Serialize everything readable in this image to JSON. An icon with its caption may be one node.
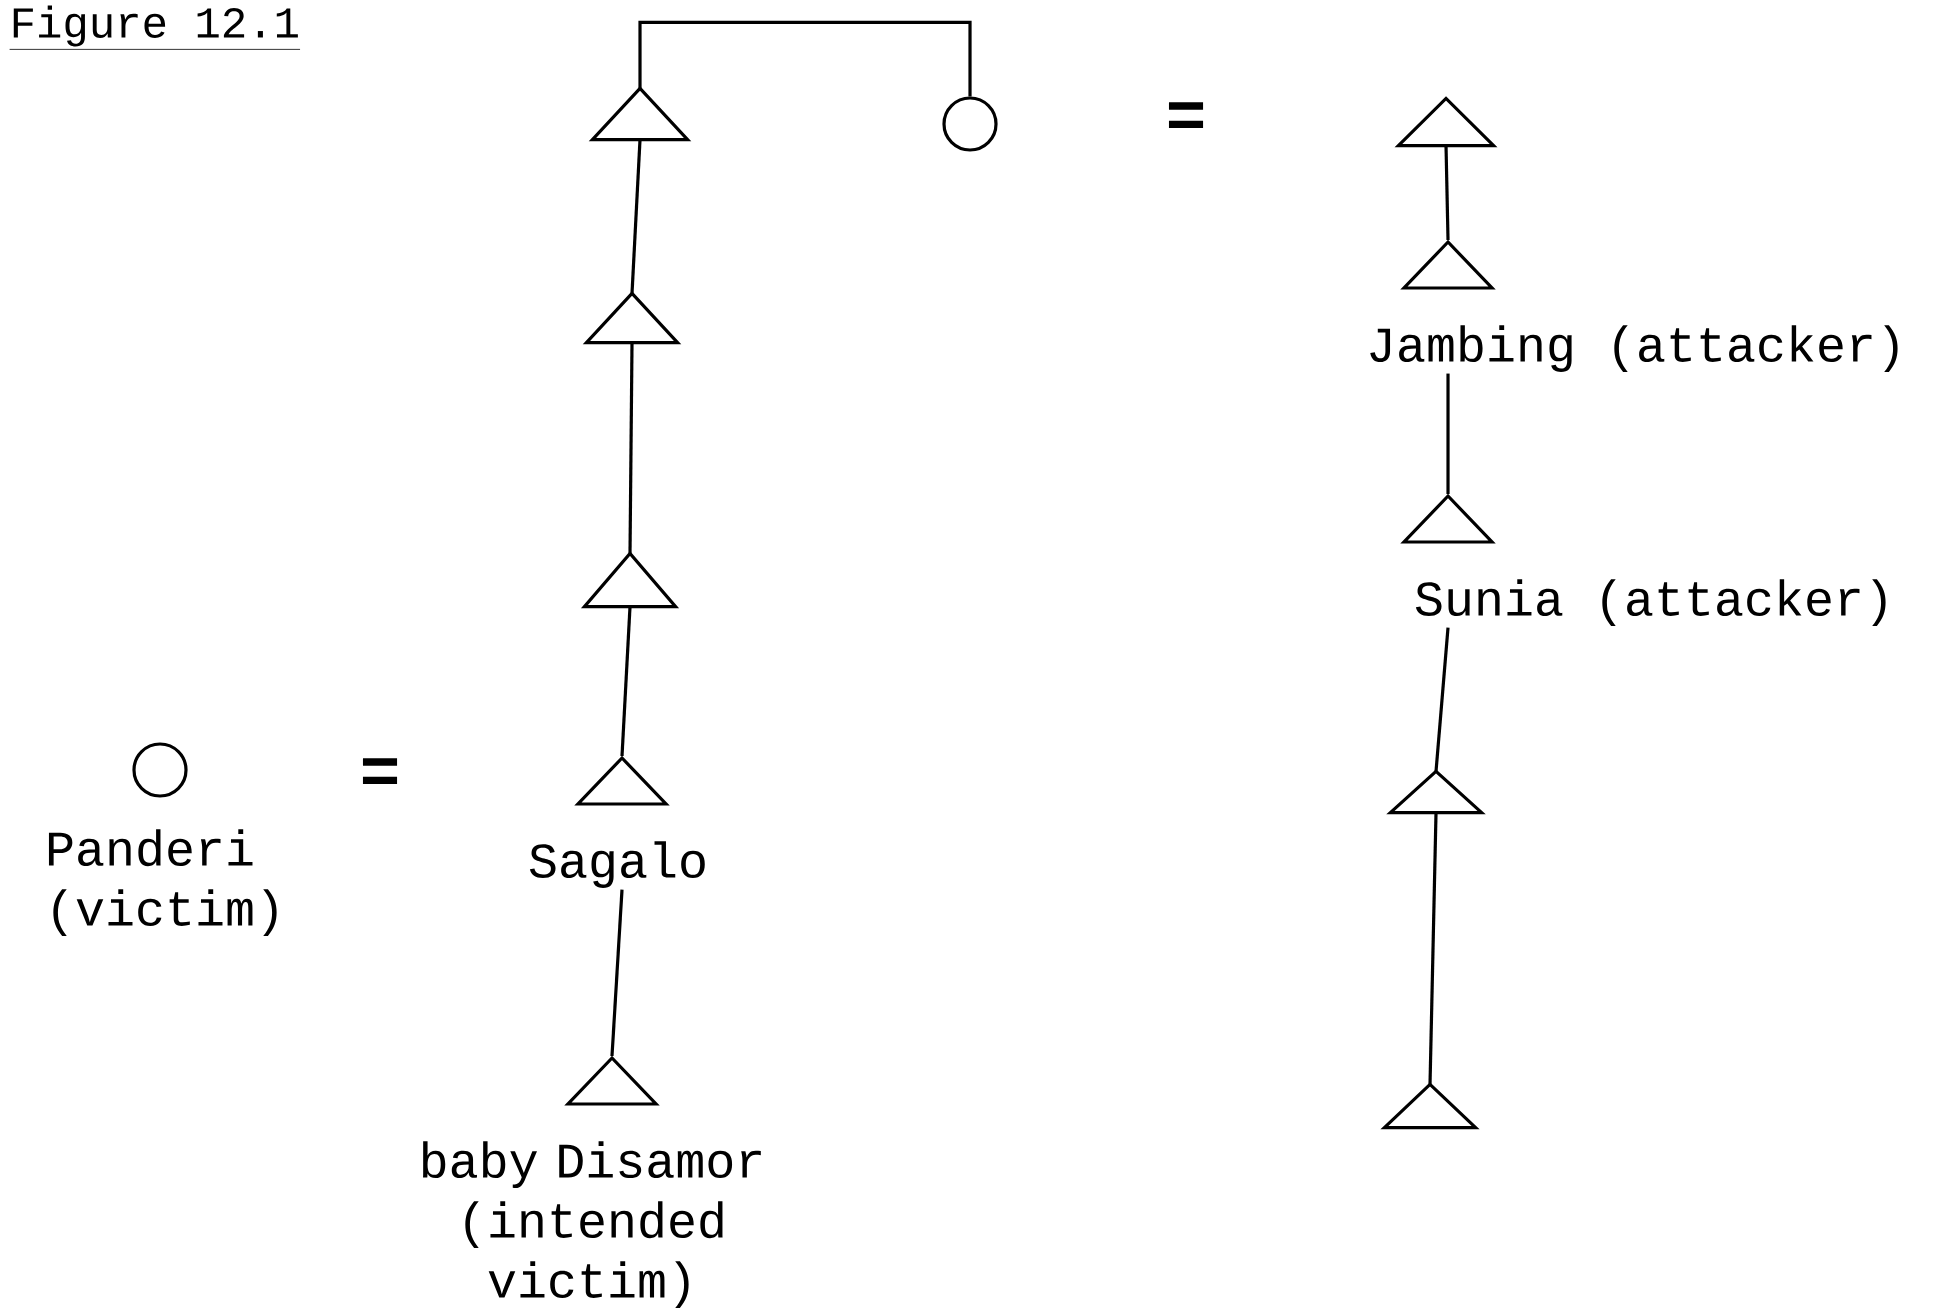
{
  "diagram": {
    "title": "Figure 12.1",
    "nodes": [
      {
        "text": [],
        "shape": "triangle"
      },
      {
        "text": [],
        "shape": "circle"
      },
      {
        "text": [],
        "shape": "triangle"
      },
      {
        "text": [
          "Jambing (attacker)"
        ]
      },
      {
        "text": [],
        "shape": "triangle"
      },
      {
        "text": [],
        "shape": "triangle"
      },
      {
        "text": [
          "Sunia  (attacker)"
        ]
      },
      {
        "text": [
          "Panderi (victim)"
        ]
      },
      {
        "text": [
          "Sagalo"
        ]
      },
      {
        "text": [],
        "shape": "triangle"
      },
      {
        "text": [
          "baby Disamor (intended victim)"
        ]
      },
      {
        "text": [],
        "shape": "triangle"
      }
    ],
    "edges": [
      {
        "from": 0,
        "to": 1,
        "arrow": "none"
      },
      {
        "from": 0,
        "to": 4,
        "arrow": "none"
      },
      {
        "from": 4,
        "to": 5,
        "arrow": "none"
      },
      {
        "from": 5,
        "to": 8,
        "arrow": "none"
      },
      {
        "from": 8,
        "to": 10,
        "arrow": "none"
      },
      {
        "from": 2,
        "to": 3,
        "arrow": "none"
      },
      {
        "from": 3,
        "to": 6,
        "arrow": "none"
      },
      {
        "from": 6,
        "to": 9,
        "arrow": "none"
      },
      {
        "from": 9,
        "to": 11,
        "arrow": "none"
      }
    ],
    "labels": [
      "=",
      "="
    ]
  }
}
